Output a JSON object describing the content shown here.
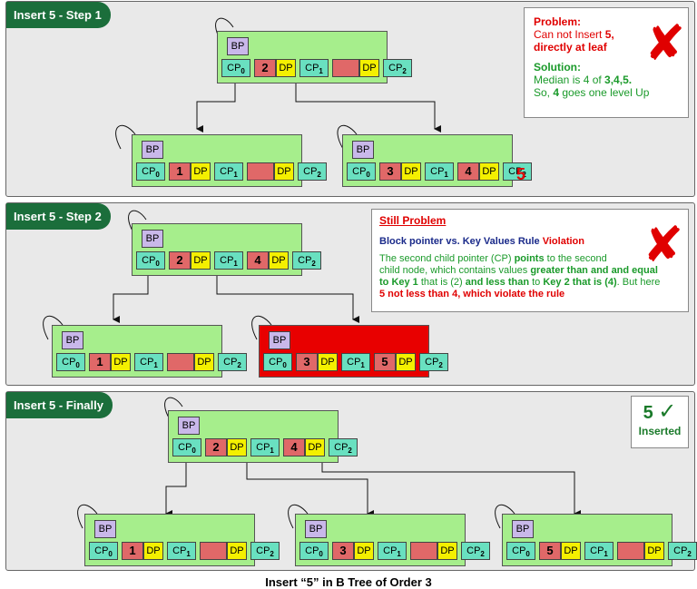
{
  "labels": {
    "bp": "BP",
    "cp": "CP",
    "dp": "DP"
  },
  "panel1": {
    "title": "Insert 5 - Step 1",
    "problem_heading": "Problem:",
    "problem_line1_a": "Can not Insert ",
    "problem_line1_b": "5,",
    "problem_line2": "directly at leaf",
    "solution_heading": "Solution:",
    "solution_line1_a": "Median is 4 of ",
    "solution_line1_b": "3,4,5.",
    "solution_line2_a": "So, ",
    "solution_line2_b": "4",
    "solution_line2_c": " goes one level Up",
    "pending_key": "5",
    "root_keys": [
      "2",
      ""
    ],
    "left_keys": [
      "1",
      ""
    ],
    "right_keys": [
      "3",
      "4"
    ]
  },
  "panel2": {
    "title": "Insert 5 - Step 2",
    "heading": "Still Problem",
    "rule_a": "Block pointer vs. Key Values Rule ",
    "rule_b": "Violation",
    "body_1": "The second child pointer (CP) ",
    "body_2": "points",
    "body_3": " to the second",
    "body_4": "child node, which contains values ",
    "body_5": "greater than and and equal",
    "body_6": "to Key 1",
    "body_7": " that is (2) ",
    "body_8": "and less than",
    "body_9": " to ",
    "body_10": "Key 2 that is (4)",
    "body_11": ". But here",
    "body_12": "5 not less than 4, which violate the rule",
    "root_keys": [
      "2",
      "4"
    ],
    "left_keys": [
      "1",
      ""
    ],
    "right_keys": [
      "3",
      "5"
    ]
  },
  "panel3": {
    "title": "Insert 5 - Finally",
    "inserted_num": "5",
    "inserted_label": "Inserted",
    "root_keys": [
      "2",
      "4"
    ],
    "left_keys": [
      "1",
      ""
    ],
    "mid_keys": [
      "3",
      ""
    ],
    "right_keys": [
      "5",
      ""
    ]
  },
  "caption": "Insert “5” in B Tree of Order 3",
  "colors": {
    "node": "#a6ee8c",
    "node_error": "#e80000",
    "cp": "#69e0c0",
    "key": "#e06868",
    "dp": "#f4f000",
    "bp": "#c9b8ea",
    "title_bg": "#1b6e3b",
    "error": "#e00000",
    "ok": "#1a9a2a"
  }
}
